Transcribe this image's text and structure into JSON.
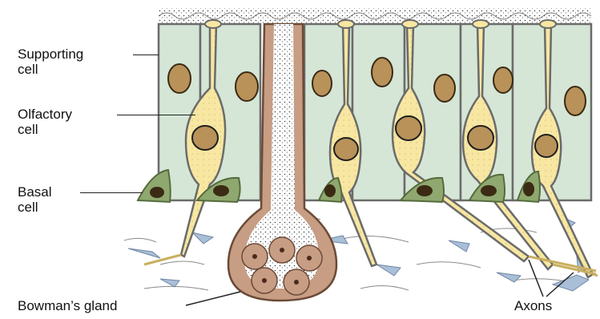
{
  "labels": {
    "supporting_cell": [
      "Supporting",
      "cell"
    ],
    "olfactory_cell": [
      "Olfactory",
      "cell"
    ],
    "basal_cell": [
      "Basal",
      "cell"
    ],
    "bowmans_gland": "Bowman’s gland",
    "axons": "Axons"
  },
  "colors": {
    "supporting_cell": "#d5e6d6",
    "olfactory_cell": "#f7e7a2",
    "basal_cell": "#8fa86f",
    "gland": "#c79d84",
    "nucleus": "#b9925a",
    "connective_tissue": "#a9bfd8",
    "outline": "#6b6b6b"
  }
}
